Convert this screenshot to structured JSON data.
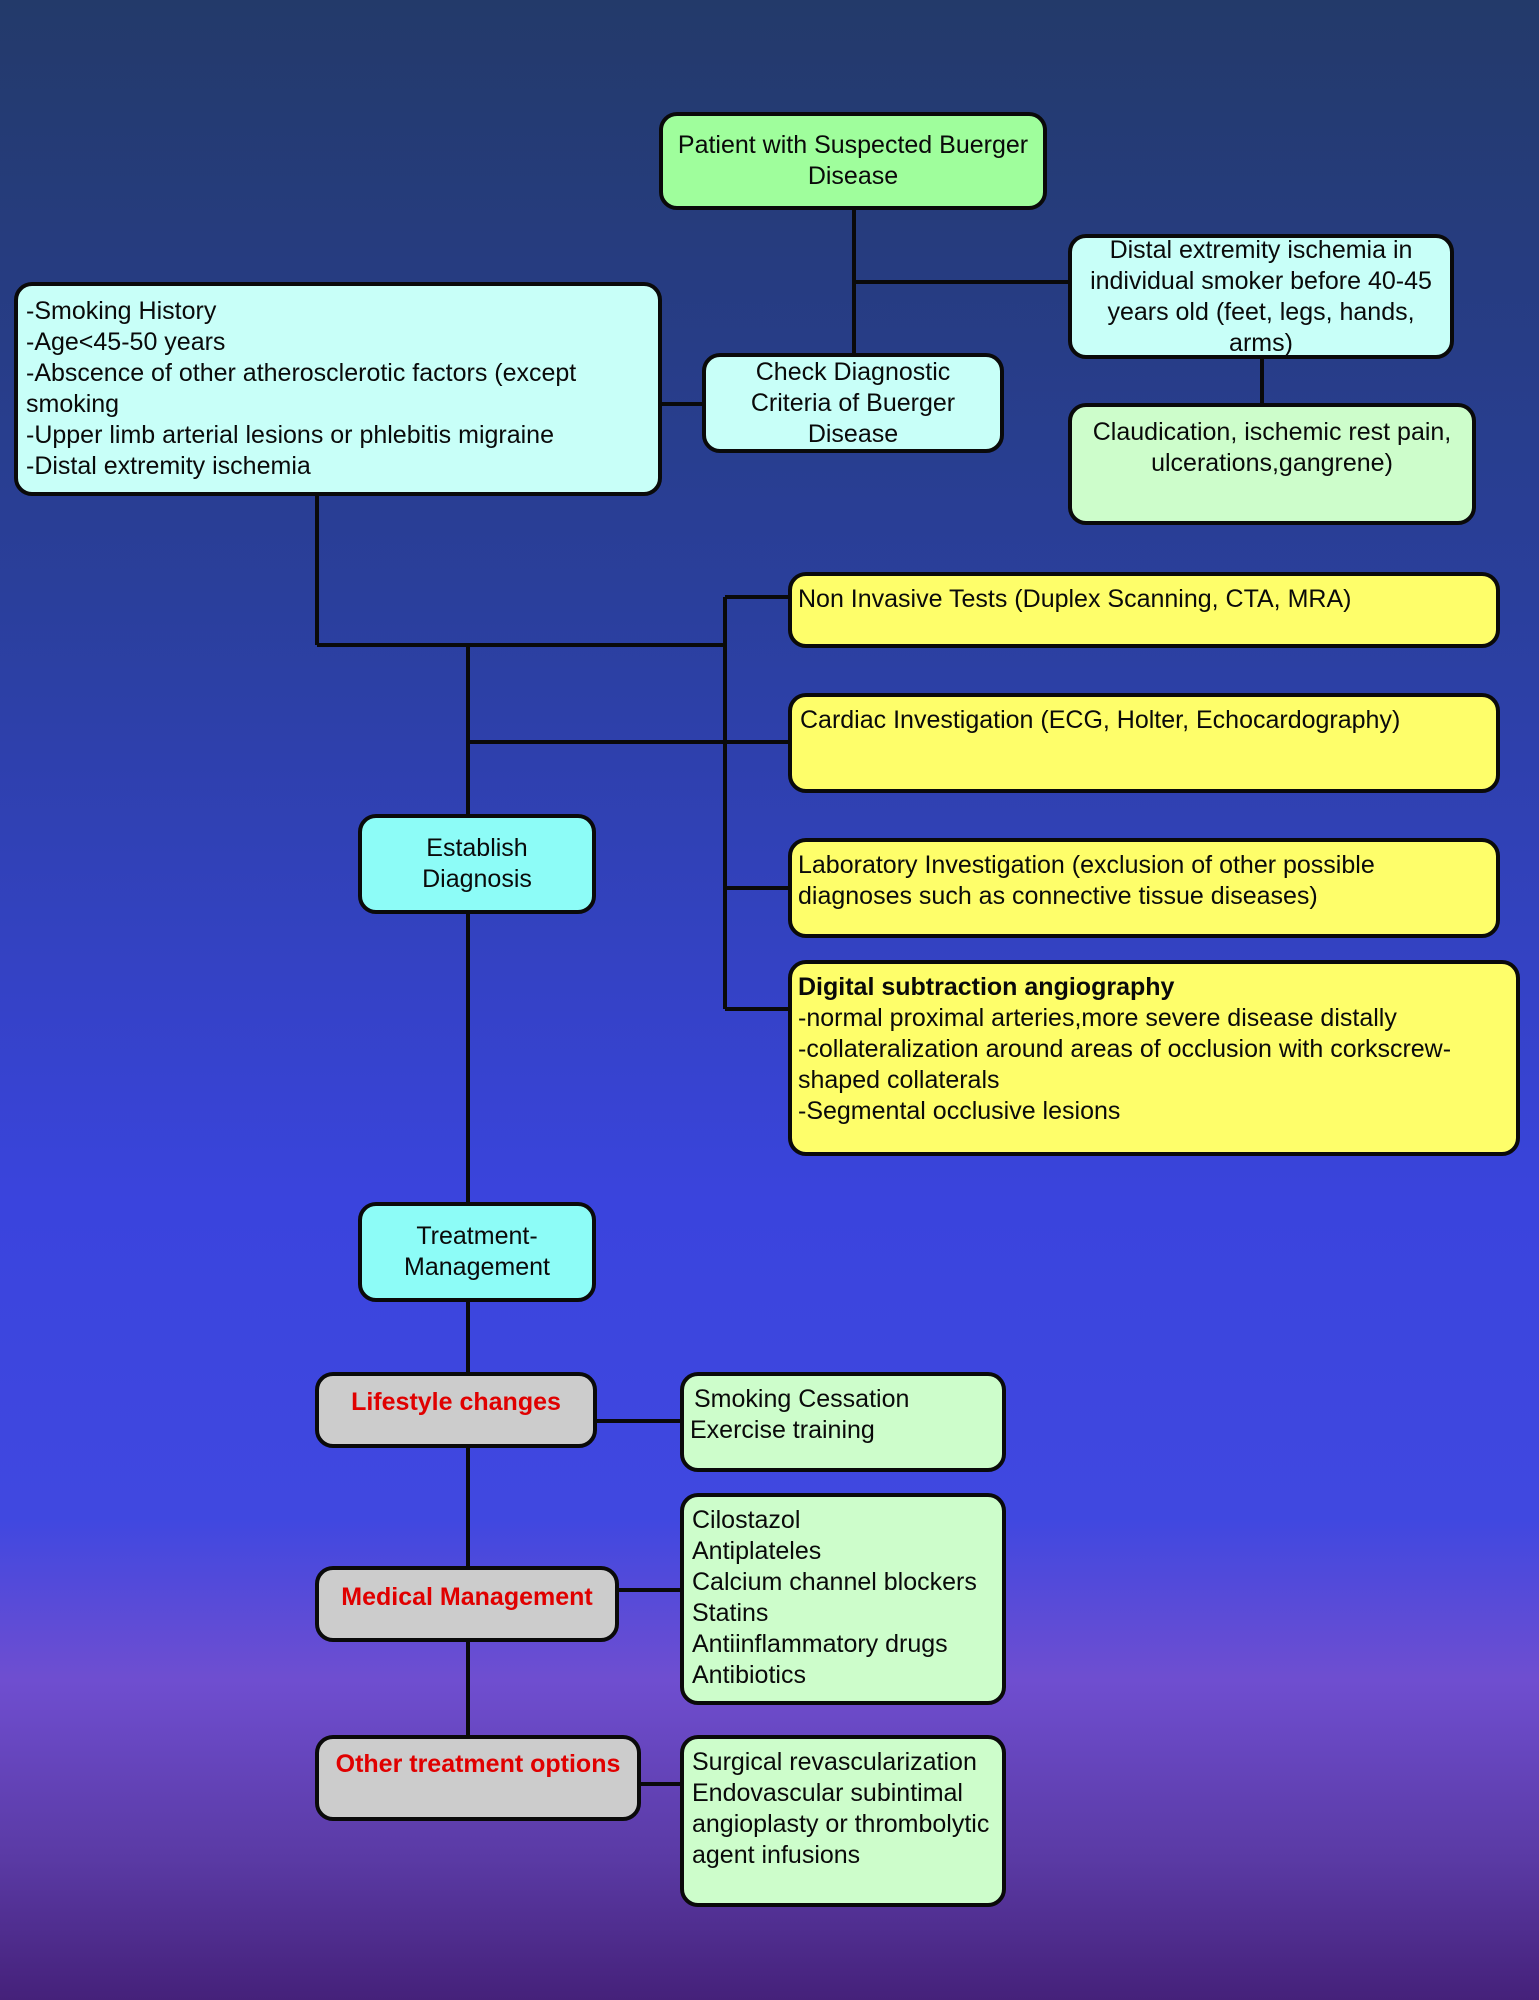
{
  "nodes": {
    "root": "Patient with Suspected Buerger Disease",
    "check": "Check Diagnostic Criteria of Buerger Disease",
    "distal": "Distal extremity ischemia in individual smoker before 40-45 years old (feet, legs, hands, arms)",
    "claudication": "Claudication, ischemic rest pain, ulcerations,gangrene)",
    "criteria": [
      "-Smoking History",
      "-Age<45-50 years",
      "-Abscence of other atherosclerotic factors (except smoking",
      "-Upper limb arterial lesions or phlebitis migraine",
      "-Distal extremity ischemia"
    ],
    "establish": "Establish Diagnosis",
    "noninvasive": "Non Invasive Tests (Duplex Scanning, CTA, MRA)",
    "cardiac": "Cardiac Investigation (ECG, Holter, Echocardography)",
    "lab": "Laboratory Investigation (exclusion of other possible diagnoses such as connective tissue diseases)",
    "dsa_title": "Digital subtraction angiography",
    "dsa_lines": [
      "-normal proximal arteries,more severe disease distally",
      "-collateralization around areas of occlusion with corkscrew-shaped collaterals",
      "-Segmental occlusive lesions"
    ],
    "treatment": "Treatment-Management",
    "lifestyle": "Lifestyle changes",
    "lifestyle_items": [
      "Smoking Cessation",
      "Exercise training"
    ],
    "medical": "Medical Management",
    "medical_items": [
      "Cilostazol",
      "Antiplateles",
      "Calcium channel blockers",
      "Statins",
      "Antiinflammatory drugs",
      "Antibiotics"
    ],
    "other": "Other treatment options",
    "other_items": [
      "Surgical revascularization",
      "Endovascular subintimal angioplasty or thrombolytic agent infusions"
    ]
  },
  "colors": {
    "root_fill": "#9ffe9c",
    "criteria_fill": "#c8fff8",
    "step_fill": "#8dfcf7",
    "test_fill": "#fefe6a",
    "item_fill": "#cdfdcb",
    "option_fill": "#cccccc",
    "option_text": "#e00000"
  }
}
